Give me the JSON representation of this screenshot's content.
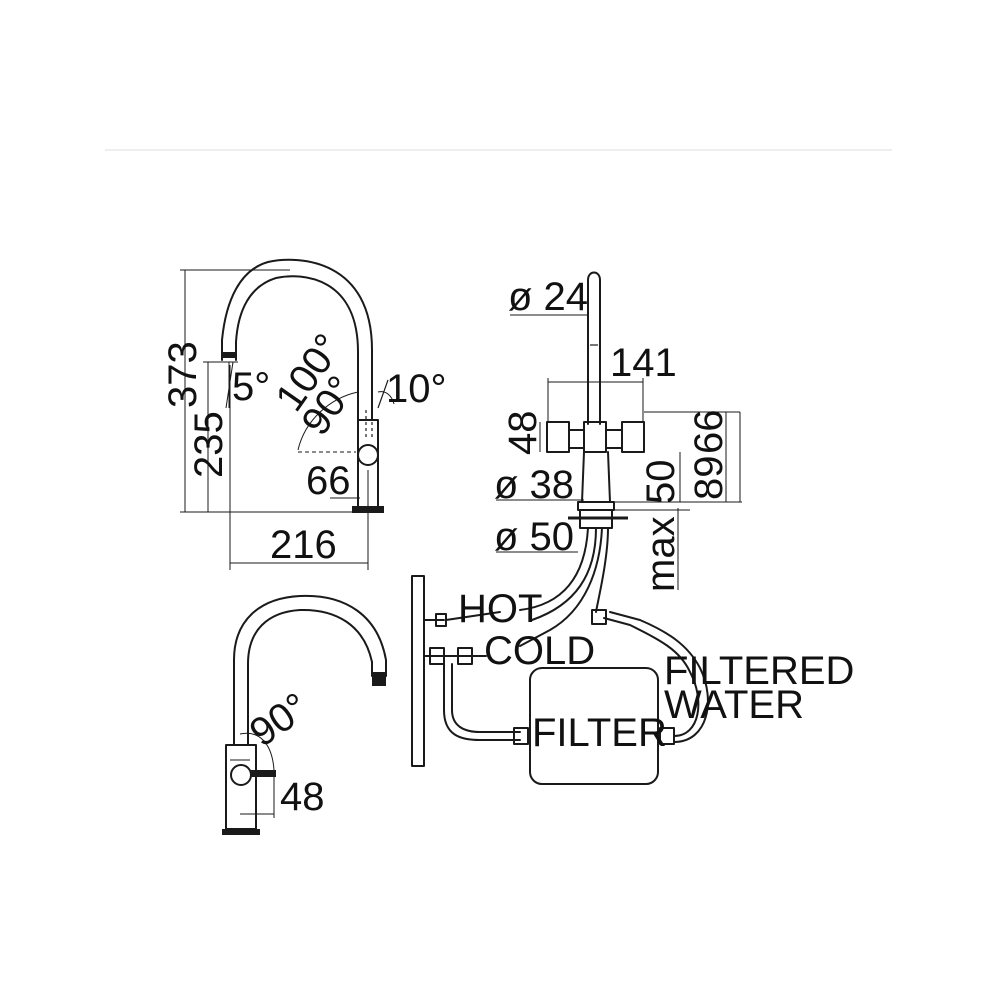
{
  "dimensions": {
    "height_total": "373",
    "height_spout": "235",
    "spout_angle": "5°",
    "swivel_100": "100°",
    "swivel_90_top": "90°",
    "handle_angle": "10°",
    "handle_offset": "66",
    "reach": "216",
    "tube_diameter": "ø 24",
    "handles_span": "141",
    "handle_height": "48",
    "side_66": "66",
    "side_89": "89",
    "body_diameter": "ø 38",
    "base_50": "50",
    "base_diameter": "ø 50",
    "deck_max": "max",
    "swivel_90_bottom": "90°",
    "handle_48_bottom": "48"
  },
  "labels": {
    "hot": "HOT",
    "cold": "COLD",
    "filtered_1": "FILTERED",
    "filtered_2": "WATER",
    "filter": "FILTER"
  },
  "colors": {
    "line": "#1a1a1a",
    "background": "#ffffff",
    "divider": "#eeeeee"
  }
}
